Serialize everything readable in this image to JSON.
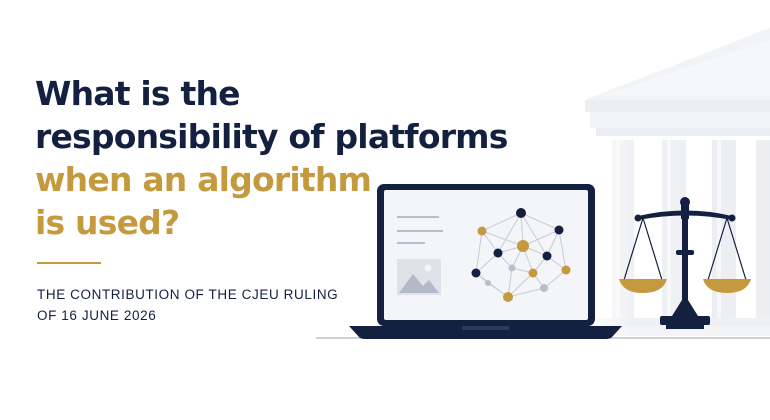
{
  "headline": {
    "lines": [
      {
        "text": "What is the",
        "tone": "dark"
      },
      {
        "text": "responsibility of platforms",
        "tone": "dark"
      },
      {
        "text": "when an algorithm",
        "tone": "accent"
      },
      {
        "text": "is used?",
        "tone": "accent"
      }
    ]
  },
  "subtitle": {
    "lines": [
      "THE CONTRIBUTION OF THE CJEU RULING",
      "OF 16 JUNE 2026"
    ]
  },
  "illustration": {
    "laptop_icon": "laptop-icon",
    "network_icon": "network-graph-icon",
    "image_icon": "image-placeholder-icon",
    "scales_icon": "scales-of-justice-icon",
    "building_icon": "courthouse-columns-icon"
  },
  "colors": {
    "navy": "#13203f",
    "gold": "#c59a3e",
    "background": "#ffffff",
    "light_gray": "#eef0f4"
  }
}
